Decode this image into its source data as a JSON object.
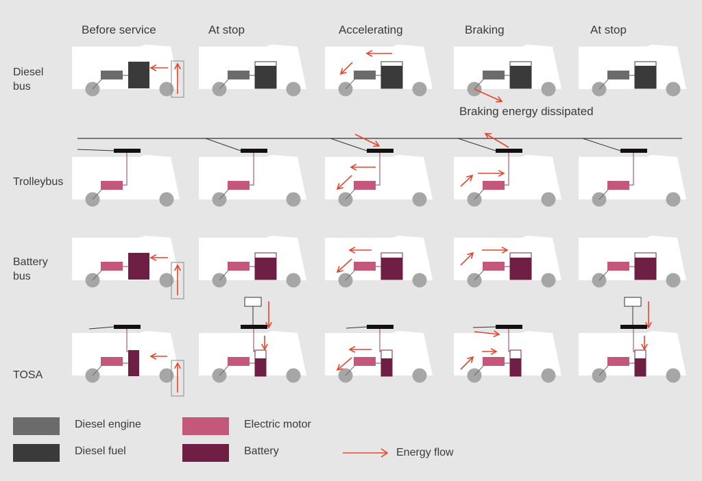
{
  "columns": [
    "Before service",
    "At stop",
    "Accelerating",
    "Braking",
    "At stop"
  ],
  "rows": [
    {
      "label_line1": "Diesel",
      "label_line2": "bus"
    },
    {
      "label_line1": "Trolleybus",
      "label_line2": ""
    },
    {
      "label_line1": "Battery",
      "label_line2": "bus"
    },
    {
      "label_line1": "TOSA",
      "label_line2": ""
    }
  ],
  "annotation": "Braking energy dissipated",
  "legend": {
    "diesel_engine": "Diesel engine",
    "diesel_fuel": "Diesel fuel",
    "electric_motor": "Electric motor",
    "battery": "Battery",
    "energy_flow": "Energy flow"
  },
  "colors": {
    "background": "#e6e6e6",
    "bus_body": "#ffffff",
    "wheel": "#a6a6a6",
    "diesel_engine": "#6b6b6b",
    "diesel_fuel": "#3a3a3a",
    "electric_motor": "#c4587a",
    "battery": "#6e1f43",
    "energy_flow": "#e8442a",
    "wire": "#333333",
    "wire_inner": "#9b3a55"
  }
}
